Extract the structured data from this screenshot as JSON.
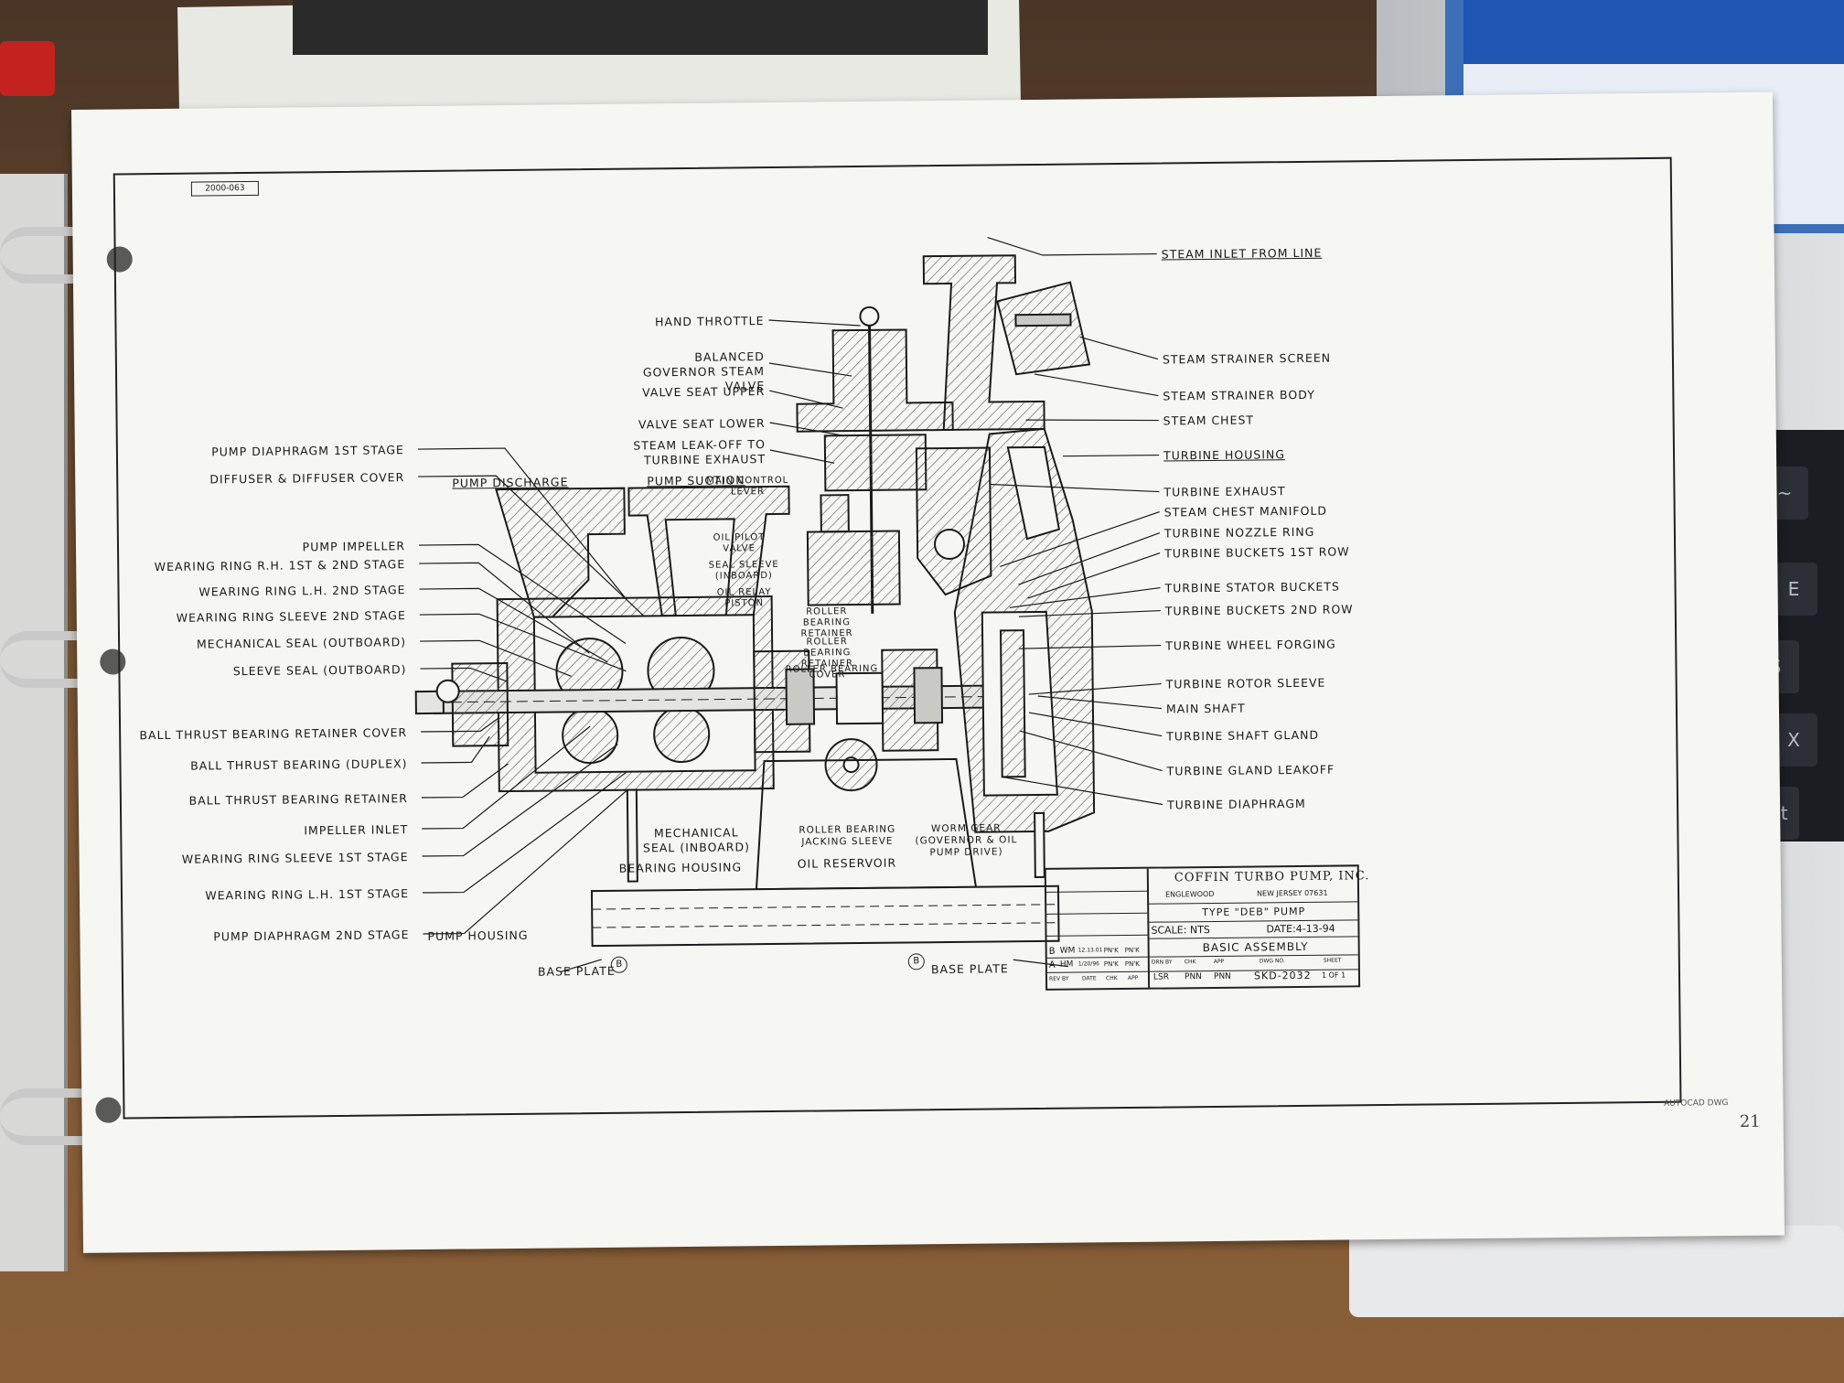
{
  "drawing": {
    "left_labels": [
      "PUMP DIAPHRAGM 1ST STAGE",
      "DIFFUSER & DIFFUSER COVER",
      "PUMP IMPELLER",
      "WEARING RING R.H. 1ST & 2ND STAGE",
      "WEARING RING L.H. 2ND STAGE",
      "WEARING RING SLEEVE 2ND STAGE",
      "MECHANICAL SEAL (OUTBOARD)",
      "SLEEVE SEAL (OUTBOARD)",
      "BALL THRUST BEARING RETAINER COVER",
      "BALL THRUST BEARING (DUPLEX)",
      "BALL THRUST BEARING RETAINER",
      "IMPELLER INLET",
      "WEARING RING SLEEVE 1ST STAGE",
      "WEARING RING L.H. 1ST STAGE",
      "PUMP DIAPHRAGM 2ND STAGE"
    ],
    "top_labels": [
      "HAND THROTTLE",
      "BALANCED GOVERNOR STEAM VALVE",
      "VALVE SEAT UPPER",
      "VALVE SEAT LOWER",
      "STEAM LEAK-OFF TO TURBINE EXHAUST"
    ],
    "pump_discharge": "PUMP DISCHARGE",
    "pump_suction": "PUMP SUCTION",
    "center_labels": [
      "MAIN CONTROL LEVER",
      "OIL PILOT VALVE",
      "SEAL SLEEVE (INBOARD)",
      "OIL RELAY PISTON",
      "ROLLER BEARING RETAINER",
      "ROLLER BEARING RETAINER COVER",
      "ROLLER BEARING"
    ],
    "right_labels": [
      "STEAM INLET FROM LINE",
      "STEAM STRAINER SCREEN",
      "STEAM STRAINER BODY",
      "STEAM CHEST",
      "TURBINE HOUSING",
      "TURBINE EXHAUST",
      "STEAM CHEST MANIFOLD",
      "TURBINE NOZZLE RING",
      "TURBINE BUCKETS 1ST ROW",
      "TURBINE STATOR BUCKETS",
      "TURBINE BUCKETS 2ND ROW",
      "TURBINE WHEEL FORGING",
      "TURBINE ROTOR SLEEVE",
      "MAIN SHAFT",
      "TURBINE SHAFT GLAND",
      "TURBINE GLAND LEAKOFF",
      "TURBINE DIAPHRAGM"
    ],
    "bottom_labels": {
      "mechanical_seal_inboard": "MECHANICAL SEAL (INBOARD)",
      "bearing_housing": "BEARING HOUSING",
      "roller_bearing_jacking_sleeve": "ROLLER BEARING JACKING SLEEVE",
      "oil_reservoir": "OIL RESERVOIR",
      "worm_gear": "WORM GEAR (GOVERNOR & OIL PUMP DRIVE)",
      "pump_housing": "PUMP HOUSING",
      "base_plate_left": "BASE PLATE",
      "base_plate_right": "BASE PLATE",
      "section_mark": "B"
    }
  },
  "title_block": {
    "company": "COFFIN TURBO PUMP, INC.",
    "city": "ENGLEWOOD",
    "state": "NEW JERSEY 07631",
    "type": "TYPE \"DEB\" PUMP",
    "scale": "SCALE: NTS",
    "date": "DATE:4-13-94",
    "title": "BASIC ASSEMBLY",
    "rev_rows": [
      {
        "rev": "B",
        "by": "WM",
        "date": "12.13.01",
        "chk": "PN'K",
        "app": "PN'K"
      },
      {
        "rev": "A",
        "by": "HM",
        "date": "1/20/96",
        "chk": "PN'K",
        "app": "PN'K"
      }
    ],
    "rev_headers": [
      "REV",
      "BY",
      "DATE",
      "CHK",
      "APP"
    ],
    "drn_by_label": "DRN BY",
    "drn_by": "LSR",
    "chk_label": "CHK",
    "chk": "PNN",
    "app_label": "APP",
    "app": "PNN",
    "dwg_no_label": "DWG NO.",
    "dwg_no": "SKD-2032",
    "sheet_label": "SHEET",
    "sheet": "1 OF 1"
  },
  "page_tag": "2000-063",
  "page_number": "21",
  "autocad_note": "AUTOCAD DWG"
}
